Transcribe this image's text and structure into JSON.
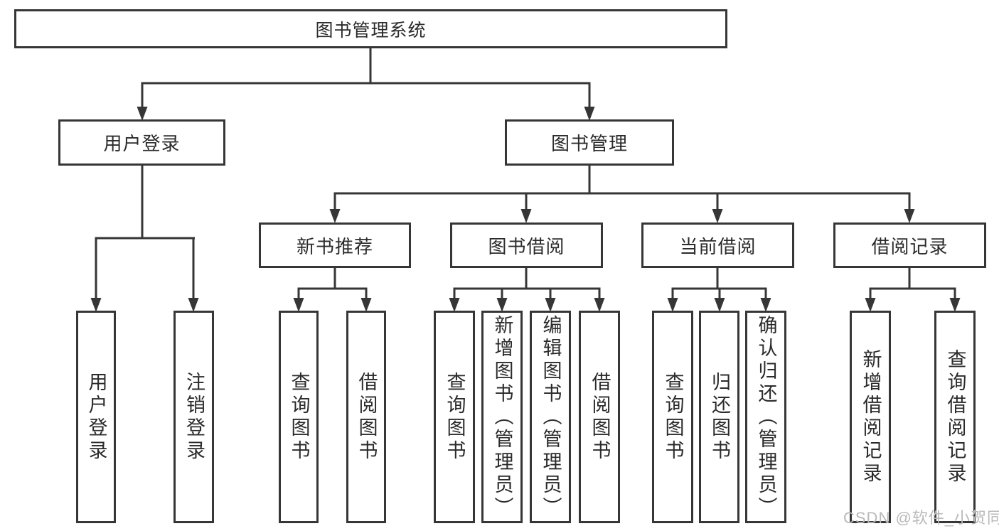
{
  "tree": {
    "label": "图书管理系统",
    "children": [
      {
        "label": "用户登录",
        "children": [
          {
            "label": "用户登录"
          },
          {
            "label": "注销登录"
          }
        ]
      },
      {
        "label": "图书管理",
        "children": [
          {
            "label": "新书推荐",
            "children": [
              {
                "label": "查询图书"
              },
              {
                "label": "借阅图书"
              }
            ]
          },
          {
            "label": "图书借阅",
            "children": [
              {
                "label": "查询图书"
              },
              {
                "label": "新增图书（管理员）"
              },
              {
                "label": "编辑图书（管理员）"
              },
              {
                "label": "借阅图书"
              }
            ]
          },
          {
            "label": "当前借阅",
            "children": [
              {
                "label": "查询图书"
              },
              {
                "label": "归还图书"
              },
              {
                "label": "确认归还（管理员）"
              }
            ]
          },
          {
            "label": "借阅记录",
            "children": [
              {
                "label": "新增借阅记录"
              },
              {
                "label": "查询借阅记录"
              }
            ]
          }
        ]
      }
    ]
  },
  "watermark": "CSDN @软件_小贺同学",
  "colors": {
    "line": "#363636",
    "text": "#2b2b2b",
    "watermark": "#b9b9b9",
    "background": "#ffffff"
  }
}
